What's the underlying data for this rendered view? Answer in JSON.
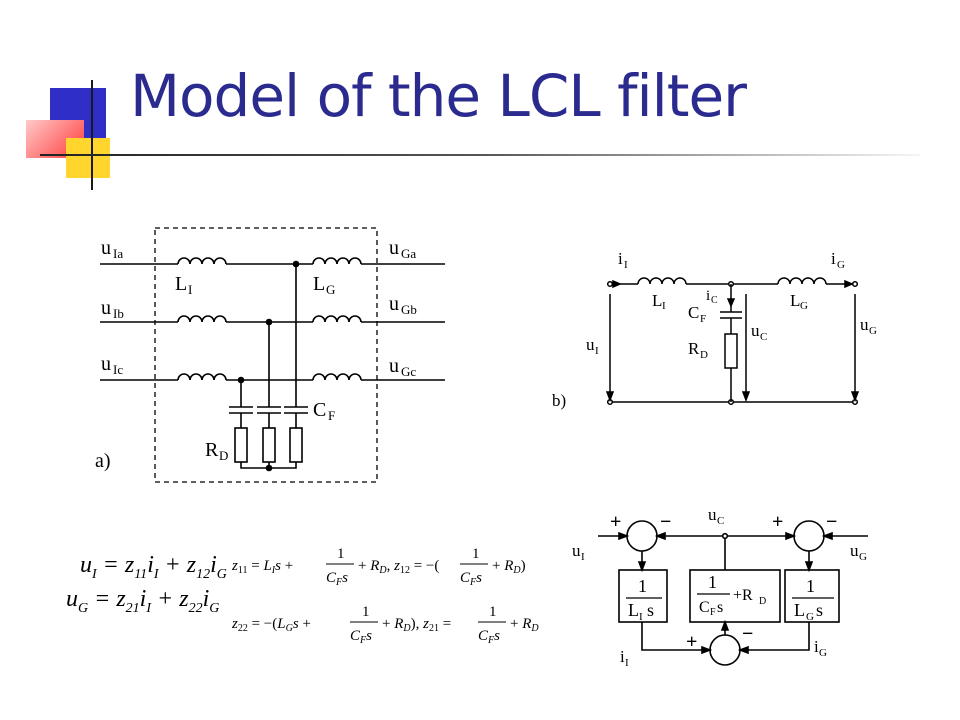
{
  "title": "Model of the LCL filter",
  "colors": {
    "title": "#2b2b8f",
    "deco_blue": "#2f2fc8",
    "deco_red": "#ff5a5a",
    "deco_yellow": "#ffd52e"
  },
  "diagram_a": {
    "tag": "a)",
    "inputs": [
      {
        "base": "u",
        "sub": "Ia"
      },
      {
        "base": "u",
        "sub": "Ib"
      },
      {
        "base": "u",
        "sub": "Ic"
      }
    ],
    "outputs": [
      {
        "base": "u",
        "sub": "Ga"
      },
      {
        "base": "u",
        "sub": "Gb"
      },
      {
        "base": "u",
        "sub": "Gc"
      }
    ],
    "inverter_inductor": {
      "base": "L",
      "sub": "I"
    },
    "grid_inductor": {
      "base": "L",
      "sub": "G"
    },
    "capacitor": {
      "base": "C",
      "sub": "F"
    },
    "resistor": {
      "base": "R",
      "sub": "D"
    }
  },
  "diagram_b": {
    "tag": "b)",
    "i_inv": {
      "base": "i",
      "sub": "I"
    },
    "i_grid": {
      "base": "i",
      "sub": "G"
    },
    "i_cap": {
      "base": "i",
      "sub": "C"
    },
    "inverter_inductor": {
      "base": "L",
      "sub": "I"
    },
    "grid_inductor": {
      "base": "L",
      "sub": "G"
    },
    "capacitor": {
      "base": "C",
      "sub": "F"
    },
    "resistor": {
      "base": "R",
      "sub": "D"
    },
    "u_inv": {
      "base": "u",
      "sub": "I"
    },
    "u_cap": {
      "base": "u",
      "sub": "C"
    },
    "u_grid": {
      "base": "u",
      "sub": "G"
    }
  },
  "block_diagram": {
    "u_inv": {
      "base": "u",
      "sub": "I"
    },
    "u_grid": {
      "base": "u",
      "sub": "G"
    },
    "u_cap": {
      "base": "u",
      "sub": "C"
    },
    "i_inv": {
      "base": "i",
      "sub": "I"
    },
    "i_grid": {
      "base": "i",
      "sub": "G"
    },
    "plus": "+",
    "minus": "−",
    "block1": {
      "num": "1",
      "den_base": "L",
      "den_sub": "I",
      "den_tail": "s"
    },
    "block2": {
      "num": "1",
      "den_base": "C",
      "den_sub": "F",
      "den_tail": "s",
      "extra": "+R",
      "extra_sub": "D"
    },
    "block3": {
      "num": "1",
      "den_base": "L",
      "den_sub": "G",
      "den_tail": "s"
    }
  },
  "equations": {
    "eq1": "u_I = z_11 i_I + z_12 i_G",
    "eq2": "u_G = z_21 i_I + z_22 i_G",
    "eq3": "z_11 = L_I s + 1/(C_F s) + R_D, z_12 = −(1/(C_F s) + R_D)",
    "eq4": "z_22 = −(L_G s + 1/(C_F s) + R_D), z_21 = 1/(C_F s) + R_D"
  }
}
